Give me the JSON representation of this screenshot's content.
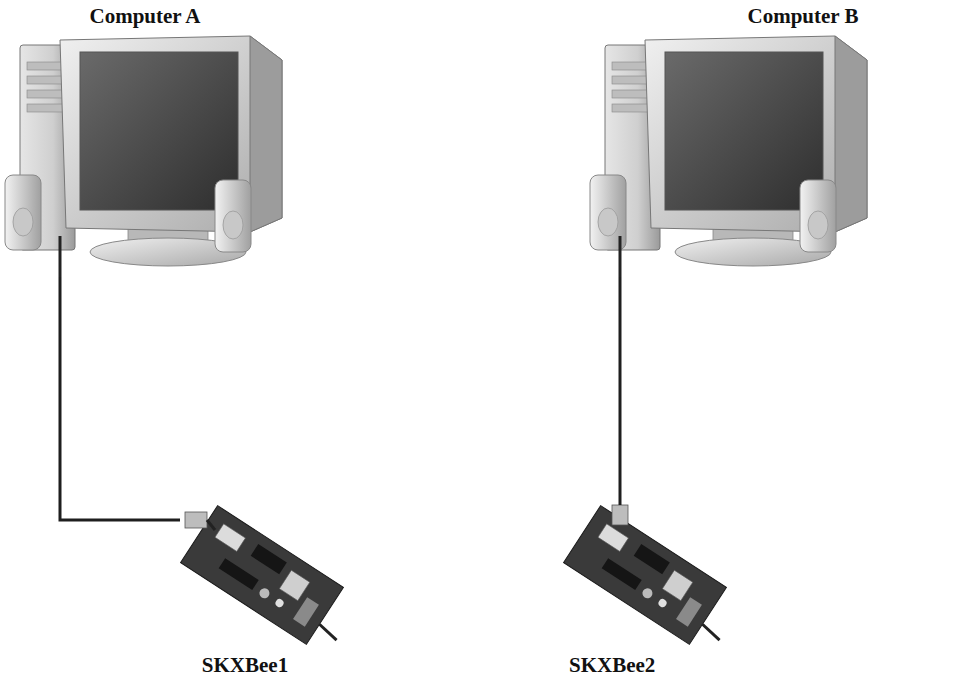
{
  "diagram": {
    "nodes": [
      {
        "text": [
          "Computer A"
        ]
      },
      {
        "text": [
          "Computer B"
        ]
      },
      {
        "text": [
          "SKXBee1"
        ]
      },
      {
        "text": [
          "SKXBee2"
        ]
      }
    ],
    "edges": [
      {
        "from": 0,
        "to": 2,
        "arrow": "none"
      },
      {
        "from": 1,
        "to": 3,
        "arrow": "none"
      }
    ]
  }
}
